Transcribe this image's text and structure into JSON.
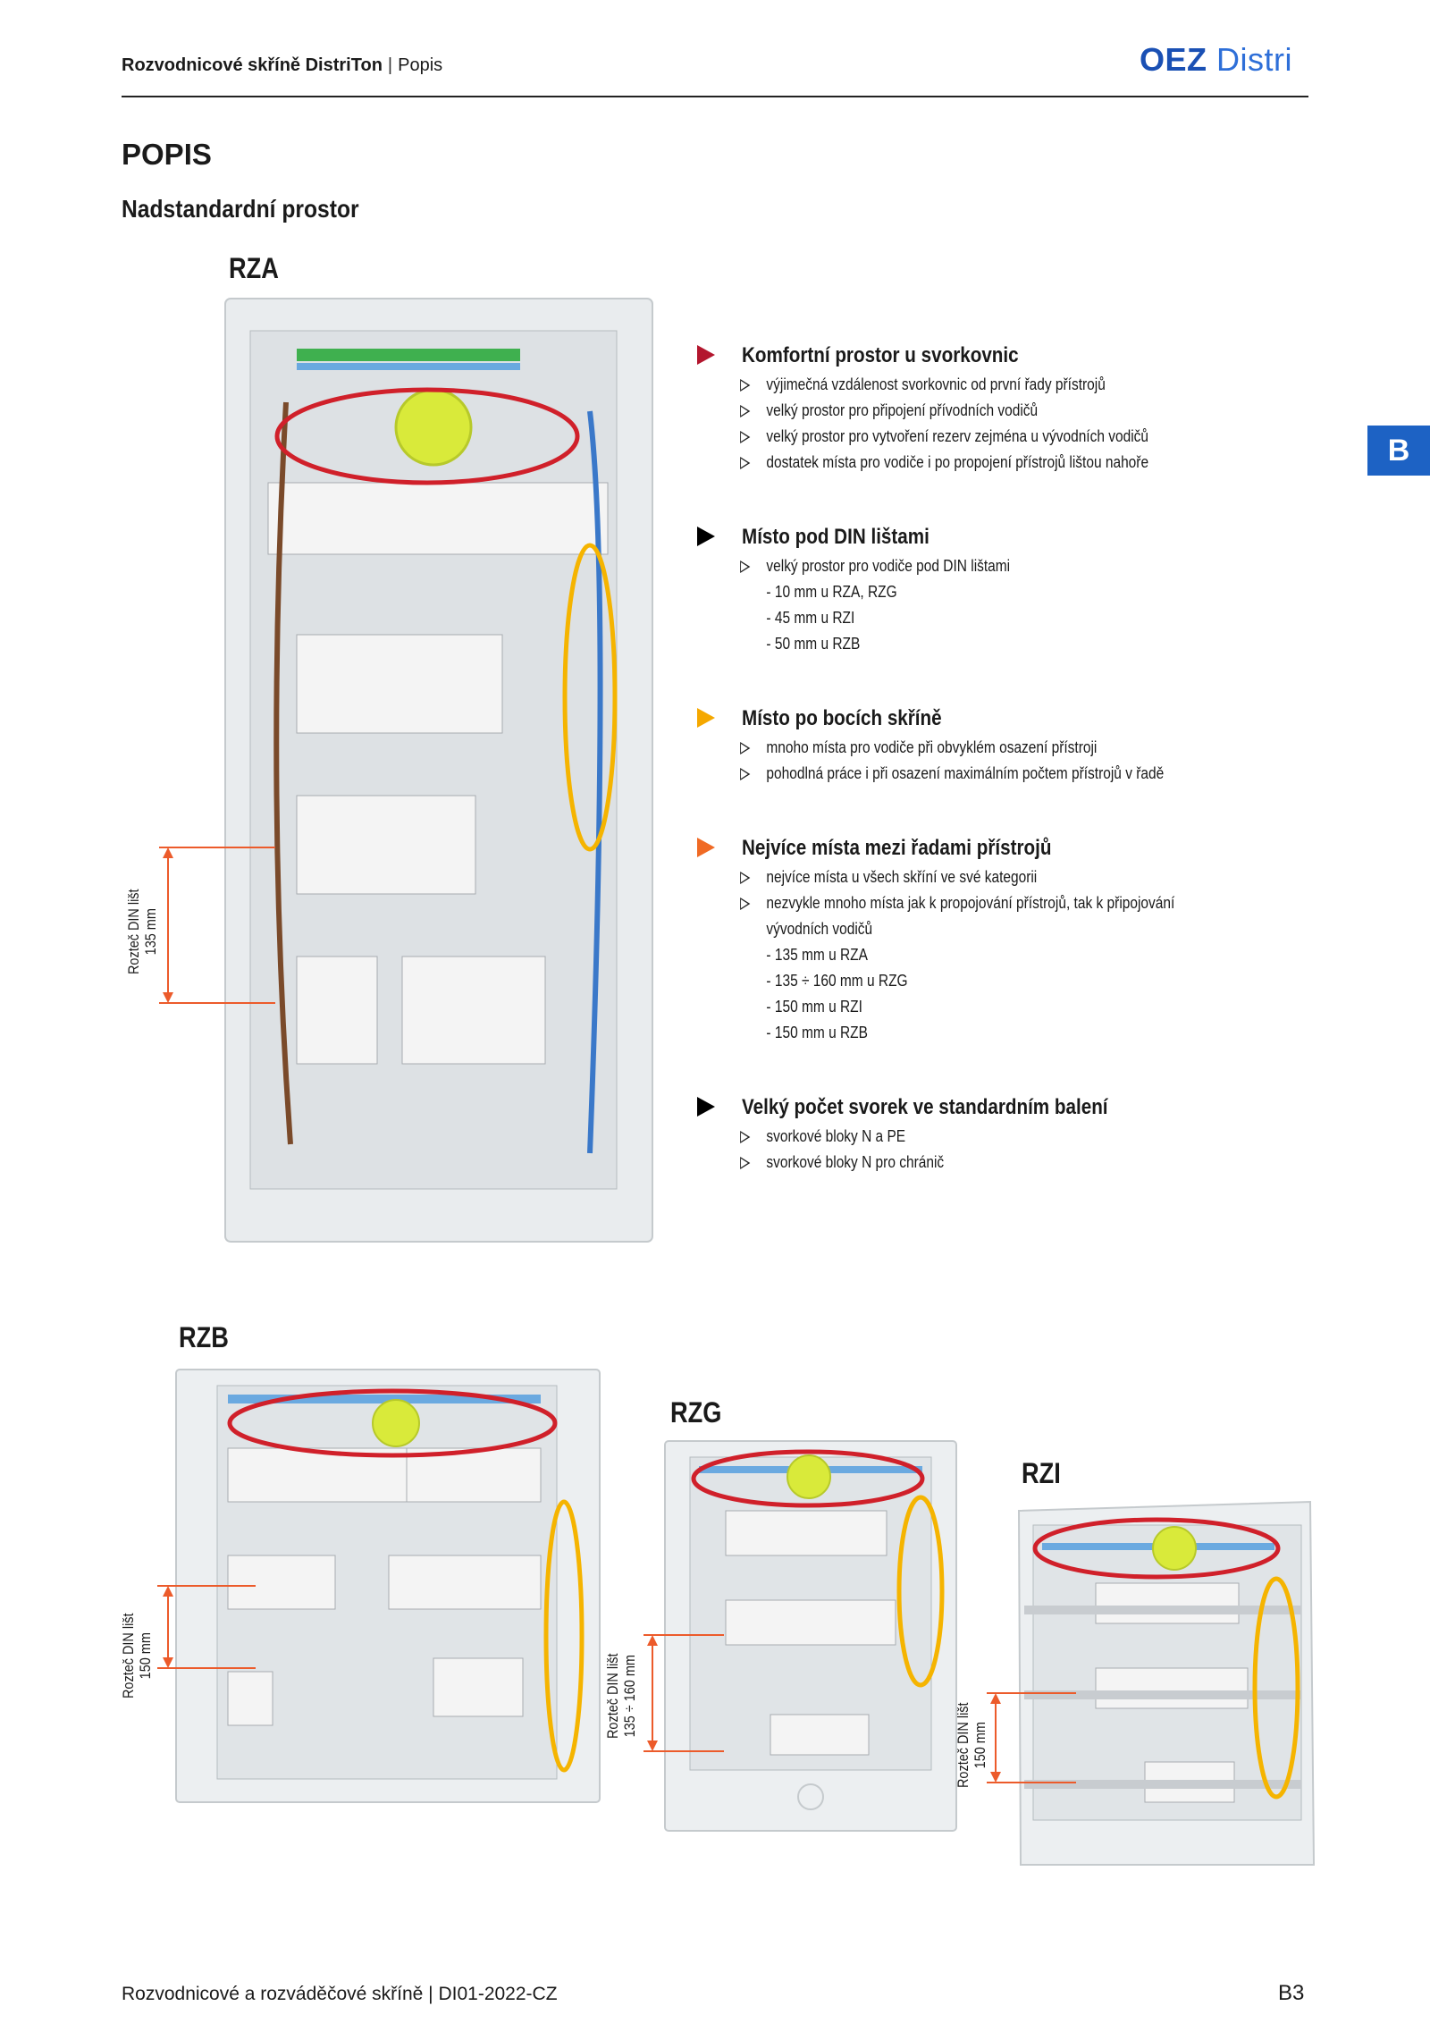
{
  "header": {
    "title": "Rozvodnicové skříně DistriTon",
    "section": "Popis",
    "logo_brand": "OEZ",
    "logo_product": "Distri"
  },
  "page": {
    "heading": "POPIS",
    "subheading": "Nadstandardní prostor",
    "side_tab": "B"
  },
  "cabinets": {
    "rza": "RZA",
    "rzb": "RZB",
    "rzg": "RZG",
    "rzi": "RZI"
  },
  "pitch_labels": {
    "rza": [
      "Rozteč DIN lišt",
      "135 mm"
    ],
    "rzb": [
      "Rozteč DIN lišt",
      "150 mm"
    ],
    "rzg": [
      "Rozteč DIN lišt",
      "135 ÷ 160 mm"
    ],
    "rzi": [
      "Rozteč DIN lišt",
      "150 mm"
    ]
  },
  "features": [
    {
      "arrow_color": "#b3162e",
      "title": "Komfortní prostor u svorkovnic",
      "items": [
        {
          "text": "výjimečná vzdálenost svorkovnic od první řady přístrojů",
          "bullet": true
        },
        {
          "text": "velký prostor pro připojení přívodních vodičů",
          "bullet": true
        },
        {
          "text": "velký prostor pro vytvoření rezerv zejména u vývodních vodičů",
          "bullet": true
        },
        {
          "text": "dostatek místa pro vodiče i po propojení přístrojů lištou nahoře",
          "bullet": true
        }
      ]
    },
    {
      "arrow_color": "#000000",
      "title": "Místo pod DIN lištami",
      "items": [
        {
          "text": "velký prostor pro vodiče pod DIN lištami",
          "bullet": true
        },
        {
          "text": "- 10 mm u RZA, RZG",
          "bullet": false
        },
        {
          "text": "- 45 mm u RZI",
          "bullet": false
        },
        {
          "text": "- 50 mm u RZB",
          "bullet": false
        }
      ]
    },
    {
      "arrow_color": "#f5a800",
      "title": "Místo po bocích skříně",
      "items": [
        {
          "text": "mnoho místa pro vodiče při obvyklém osazení přístroji",
          "bullet": true
        },
        {
          "text": "pohodlná práce i při osazení maximálním počtem přístrojů v řadě",
          "bullet": true
        }
      ]
    },
    {
      "arrow_color": "#f06a24",
      "title": "Nejvíce místa mezi řadami přístrojů",
      "items": [
        {
          "text": "nejvíce místa u všech skříní ve své kategorii",
          "bullet": true
        },
        {
          "text": "nezvykle mnoho místa jak k propojování přístrojů, tak k připojování",
          "bullet": true
        },
        {
          "text": "vývodních vodičů",
          "bullet": false
        },
        {
          "text": "- 135 mm u RZA",
          "bullet": false
        },
        {
          "text": "- 135 ÷ 160 mm u RZG",
          "bullet": false
        },
        {
          "text": "- 150 mm u RZI",
          "bullet": false
        },
        {
          "text": "- 150 mm u RZB",
          "bullet": false
        }
      ]
    },
    {
      "arrow_color": "#000000",
      "title": "Velký počet svorek ve standardním balení",
      "items": [
        {
          "text": "svorkové bloky N a PE",
          "bullet": true
        },
        {
          "text": "svorkové bloky N pro chránič",
          "bullet": true
        }
      ]
    }
  ],
  "footer": {
    "text": "Rozvodnicové a rozváděčové skříně | DI01-2022-CZ",
    "page_number": "B3"
  }
}
